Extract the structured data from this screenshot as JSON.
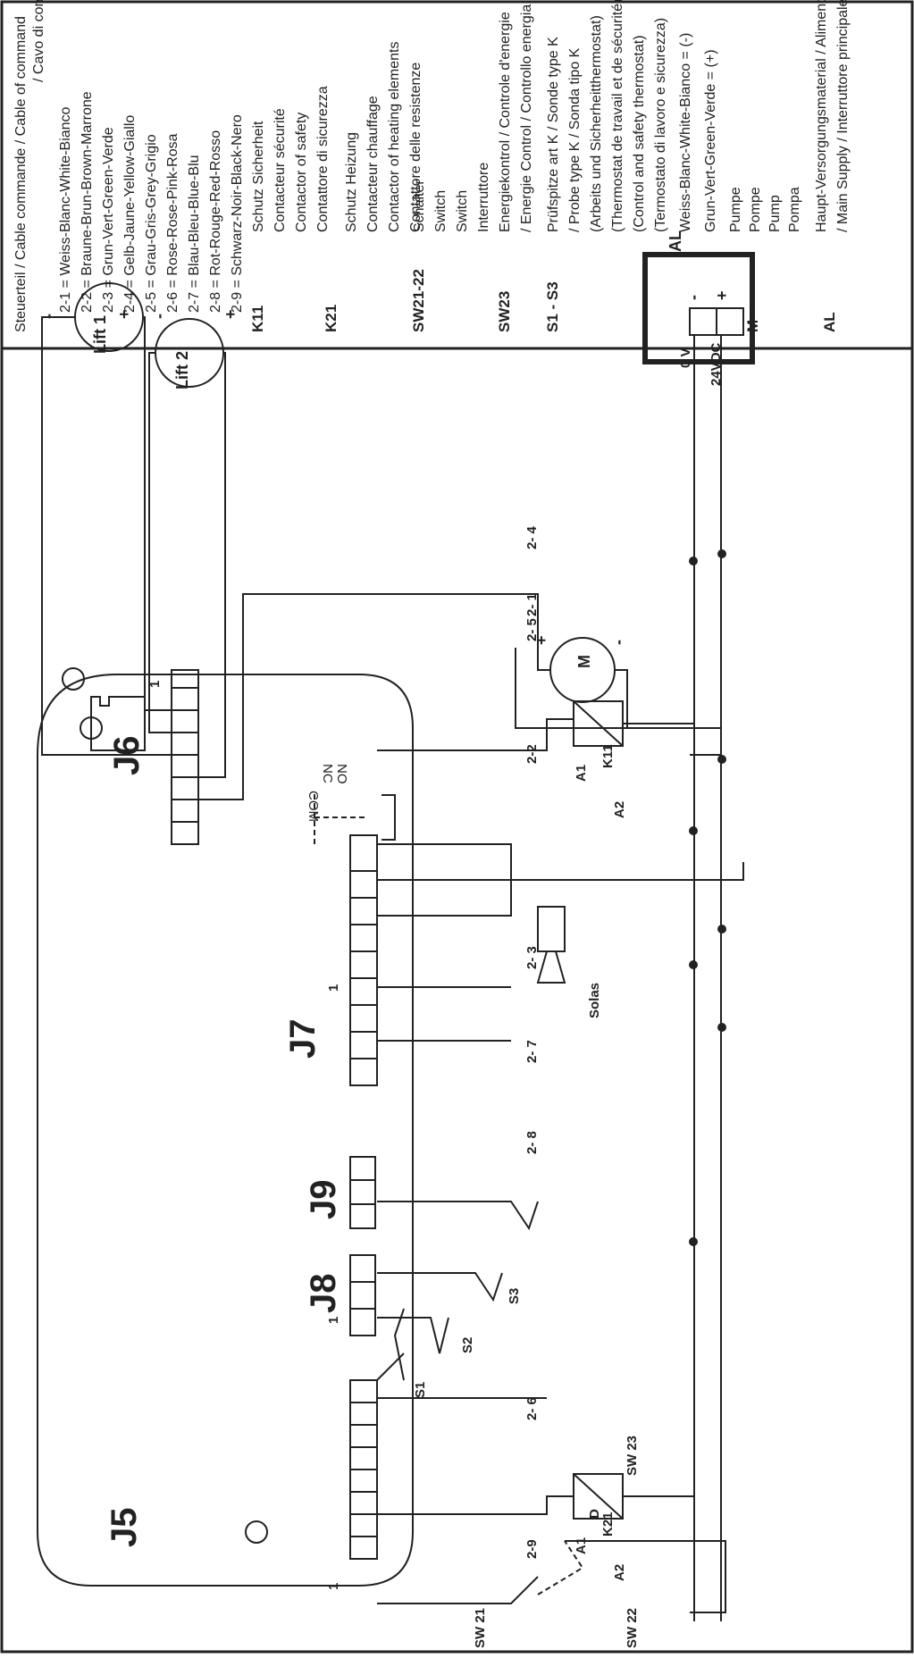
{
  "legend": {
    "cable_title": "Steuerteil / Cable commande / Cable of command",
    "cable_title_2": "/ Cavo di comando",
    "cable_colors": [
      "2-1 = Weiss-Blanc-White-Bianco",
      "2-2 = Braune-Brun-Brown-Marrone",
      "2-3 = Grun-Vert-Green-Verde",
      "2-4 = Gelb-Jaune-Yellow-Giallo",
      "2-5 = Grau-Gris-Grey-Grigio",
      "2-6 = Rose-Rose-Pink-Rosa",
      "2-7 = Blau-Bleu-Blue-Blu",
      "2-8 = Rot-Rouge-Red-Rosso",
      "2-9 = Schwarz-Noir-Black-Nero"
    ],
    "k11": {
      "code": "K11",
      "lines": [
        "Schutz Sicherheit",
        "Contacteur sécurité",
        "Contactor of safety",
        "Contattore di sicurezza"
      ]
    },
    "k21": {
      "code": "K21",
      "lines": [
        "Schutz Heizung",
        "Contacteur chauffage",
        "Contactor of heating elements",
        "Contattore delle resistenze"
      ]
    },
    "sw2122": {
      "code": "SW21-22",
      "lines": [
        "Schalter",
        "Switch",
        "Switch",
        "Interruttore"
      ]
    },
    "sw23": {
      "code": "SW23",
      "lines": [
        "Energiekontrol / Controle d'energie",
        "/ Energie Control / Controllo energia"
      ]
    },
    "s1s3": {
      "code": "S1 - S3",
      "lines": [
        "Prüfspitze art K / Sonde type K",
        "/ Probe type K / Sonda tipo K",
        "(Arbeits und Sicherheitthermostat)",
        "(Thermostat de travail et de sécurité)",
        "(Control and safety thermostat)",
        "(Termostato di lavoro e sicurezza)"
      ]
    },
    "wire_white": "Weiss-Blanc-White-Bianco = (-)",
    "wire_green": "Grun-Vert-Green-Verde = (+)",
    "m": {
      "code": "M",
      "lines": [
        "Pumpe",
        "Pompe",
        "Pump",
        "Pompa"
      ]
    },
    "al": {
      "code": "AL",
      "lines": [
        "Haupt-Versorgungsmaterial / Alimentation",
        "/ Main Supply / Interruttore principale"
      ]
    }
  },
  "diagram": {
    "connectors": [
      "J5",
      "J6",
      "J7",
      "J8",
      "J9"
    ],
    "pin_one": "1",
    "lift1": "Lift 1",
    "lift2": "Lift 2",
    "motor": "M",
    "supply": "AL",
    "zero_v": "0 V",
    "v24": "24VDC",
    "minus": "-",
    "plus": "+",
    "relay_k11": "K11",
    "relay_k21": "K21",
    "a1": "A1",
    "a2": "A2",
    "d": "D",
    "solas": "Solas",
    "contacts": [
      "COM",
      "NC",
      "NO"
    ],
    "probes": [
      "S1",
      "S2",
      "S3"
    ],
    "switches": [
      "SW 21",
      "SW 22",
      "SW 23"
    ],
    "terminals": [
      "2- 4",
      "2- 1",
      "2- 5",
      "2-2",
      "2- 3",
      "2- 7",
      "2- 8",
      "2- 6",
      "2-9"
    ]
  }
}
